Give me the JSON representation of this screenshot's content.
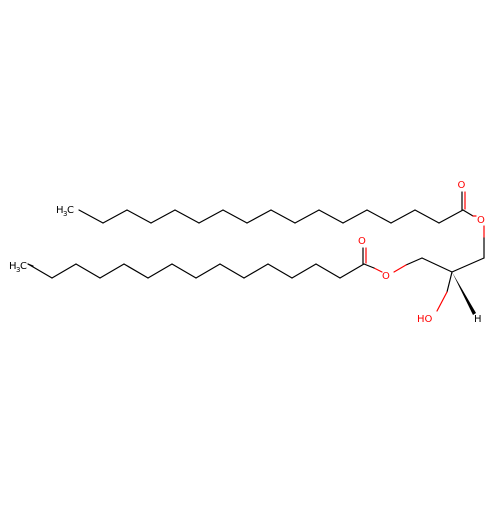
{
  "molecule": {
    "colors": {
      "bond": "#000000",
      "oxygen": "#ff0000"
    },
    "atom_labels": {
      "upper_ch3": "H3C",
      "lower_ch3": "H3C",
      "upper_carbonyl_o": "O",
      "upper_ester_o": "O",
      "lower_carbonyl_o": "O",
      "lower_ester_o": "O",
      "hydroxyl": "HO",
      "stereo_h": "H"
    },
    "subscript_digit": "3"
  }
}
